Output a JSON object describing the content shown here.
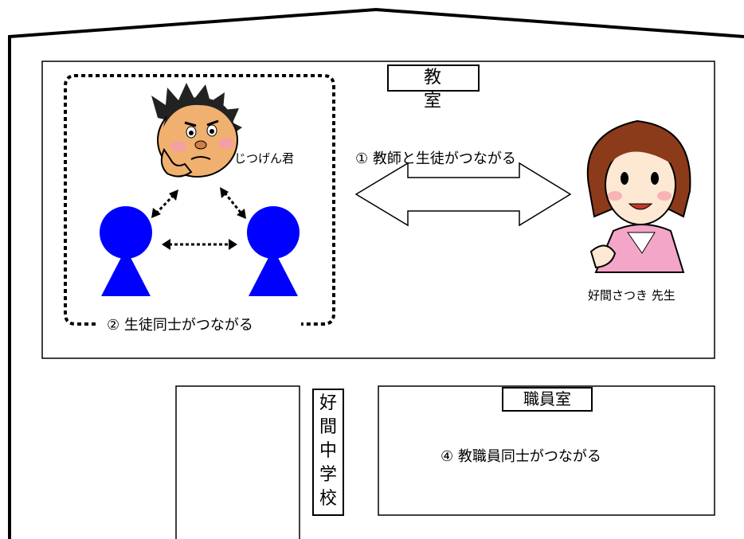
{
  "classroom": {
    "title": "教　室"
  },
  "relations": {
    "teacher_student": "① 教師と生徒がつながる",
    "student_student": "② 生徒同士がつながる",
    "staff_staff": "④ 教職員同士がつながる"
  },
  "characters": {
    "student": "じつげん君",
    "teacher": "好間さつき 先生"
  },
  "school": {
    "name_chars": [
      "好",
      "間",
      "中",
      "学",
      "校"
    ]
  },
  "staffroom": {
    "title": "職員室"
  },
  "colors": {
    "student_figure": "#0000ff",
    "teacher_jacket": "#f4a6c8",
    "teacher_hair": "#8b3a1a",
    "line": "#000000"
  }
}
